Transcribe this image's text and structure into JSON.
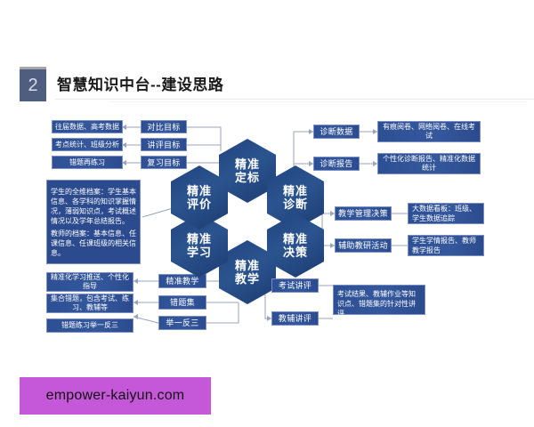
{
  "header": {
    "badge_number": "2",
    "title": "智慧知识中台--建设思路"
  },
  "hexagons": [
    {
      "id": "ding-biao",
      "label_line1": "精准",
      "label_line2": "定标"
    },
    {
      "id": "zhen-duan",
      "label_line1": "精准",
      "label_line2": "诊断"
    },
    {
      "id": "jue-ce",
      "label_line1": "精准",
      "label_line2": "决策"
    },
    {
      "id": "jiao-xue",
      "label_line1": "精准",
      "label_line2": "教学"
    },
    {
      "id": "xue-xi",
      "label_line1": "精准",
      "label_line2": "学习"
    },
    {
      "id": "ping-jia",
      "label_line1": "精准",
      "label_line2": "评价"
    }
  ],
  "left_top": {
    "targets": [
      "对比目标",
      "讲评目标",
      "复习目标"
    ],
    "outcomes": [
      "往届数据、高考数据",
      "考点统计、班级分析",
      "错题再练习"
    ]
  },
  "left_middle": {
    "paragraph_1": "学生的全维档案：学生基本信息、各学科的知识掌握情况，薄弱知识点，考试概述情况以及学年总结报告。",
    "paragraph_2": "教师的档案：基本信息、任课信息、任课班级的相关信息。"
  },
  "left_bottom": {
    "sources": [
      "精准教学",
      "错题集",
      "举一反三"
    ],
    "outcomes": [
      "精准化学习推送、个性化指导",
      "集合错题，包含考试、练习、教辅等",
      "错题练习举一反三"
    ]
  },
  "right_top": {
    "nodes": [
      "诊断数据",
      "诊断报告"
    ],
    "details": [
      "有痕阅卷、网络阅卷、在线考试",
      "个性化诊断报告、精准化数据统计"
    ]
  },
  "right_middle": {
    "nodes": [
      "教学管理决策",
      "辅助教研活动"
    ],
    "details": [
      "大数据看板：班级、学生数据追踪",
      "学生学情报告、教师教学报告"
    ]
  },
  "right_bottom": {
    "nodes": [
      "考试讲评",
      "教辅讲评"
    ],
    "details": [
      "考试结果、教辅作业等知识点、错题集的针对性讲评"
    ]
  },
  "footer": {
    "watermark": "empower-kaiyun.com"
  },
  "colors": {
    "box_fill": "#2b4b8e",
    "box_border": "#7b8fc4",
    "hex_fill": "#21437f",
    "badge_fill": "#4e5d80",
    "footer_fill": "#c558d8",
    "connector": "#9aa3bb"
  }
}
